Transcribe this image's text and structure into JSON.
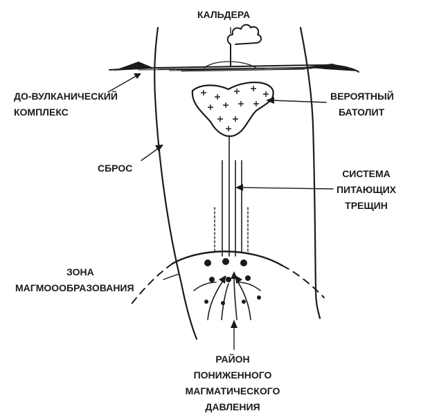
{
  "labels": {
    "caldera": "КАЛЬДЕРА",
    "pre_volcanic": [
      "ДО-ВУЛКАНИЧЕСКИЙ",
      "КОМПЛЕКС"
    ],
    "batholith": [
      "ВЕРОЯТНЫЙ",
      "БАТОЛИТ"
    ],
    "fault": "СБРОС",
    "feeder_system": [
      "СИСТЕМА",
      "ПИТАЮЩИХ",
      "ТРЕЩИН"
    ],
    "magma_zone": [
      "ЗОНА",
      "МАГМОООБРАЗОВАНИЯ"
    ],
    "low_pressure": [
      "РАЙОН",
      "ПОНИЖЕННОГО",
      "МАГМАТИЧЕСКОГО",
      "ДАВЛЕНИЯ"
    ]
  },
  "colors": {
    "ink": "#1a1a1a",
    "background": "#ffffff"
  }
}
